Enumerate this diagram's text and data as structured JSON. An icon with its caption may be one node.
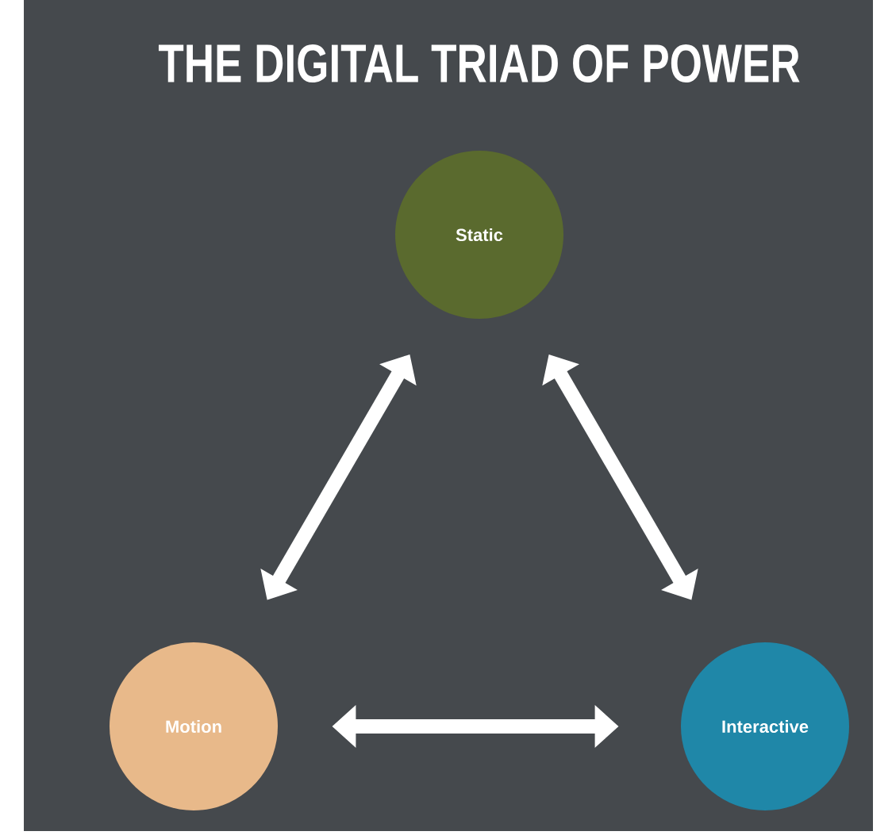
{
  "diagram": {
    "title": "THE DIGITAL TRIAD OF POWER",
    "nodes": [
      {
        "text": [
          "Static"
        ]
      },
      {
        "text": [
          "Motion"
        ]
      },
      {
        "text": [
          "Interactive"
        ]
      }
    ],
    "edges": [
      {
        "from": 0,
        "to": 1,
        "arrow": "both"
      },
      {
        "from": 0,
        "to": 2,
        "arrow": "both"
      },
      {
        "from": 1,
        "to": 2,
        "arrow": "both"
      }
    ]
  }
}
